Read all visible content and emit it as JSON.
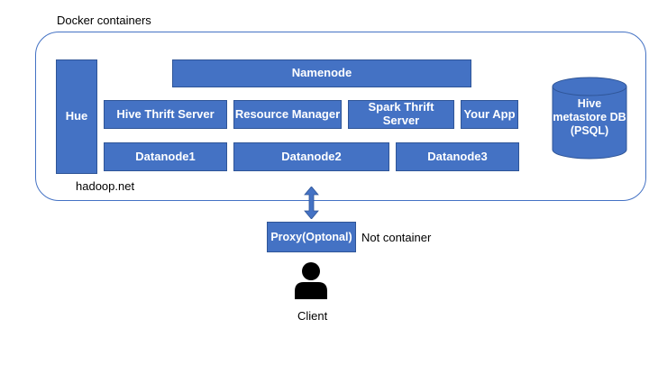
{
  "diagram": {
    "group_title": "Docker containers",
    "network_label": "hadoop.net",
    "hue": "Hue",
    "namenode": "Namenode",
    "services": [
      "Hive Thrift Server",
      "Resource Manager",
      "Spark Thrift Server",
      "Your App"
    ],
    "datanodes": [
      "Datanode1",
      "Datanode2",
      "Datanode3"
    ],
    "metastore": {
      "line1": "Hive",
      "line2": "metastore DB",
      "line3": "(PSQL)"
    },
    "proxy": "Proxy(Optonal)",
    "proxy_note": "Not container",
    "client": "Client"
  },
  "colors": {
    "node_fill": "#4472c4",
    "node_border": "#2f5597",
    "container_border": "#4472c4",
    "text_on_node": "#ffffff"
  },
  "icons": {
    "database": "cylinder-icon",
    "arrow": "double-arrow-icon",
    "client": "person-icon"
  }
}
